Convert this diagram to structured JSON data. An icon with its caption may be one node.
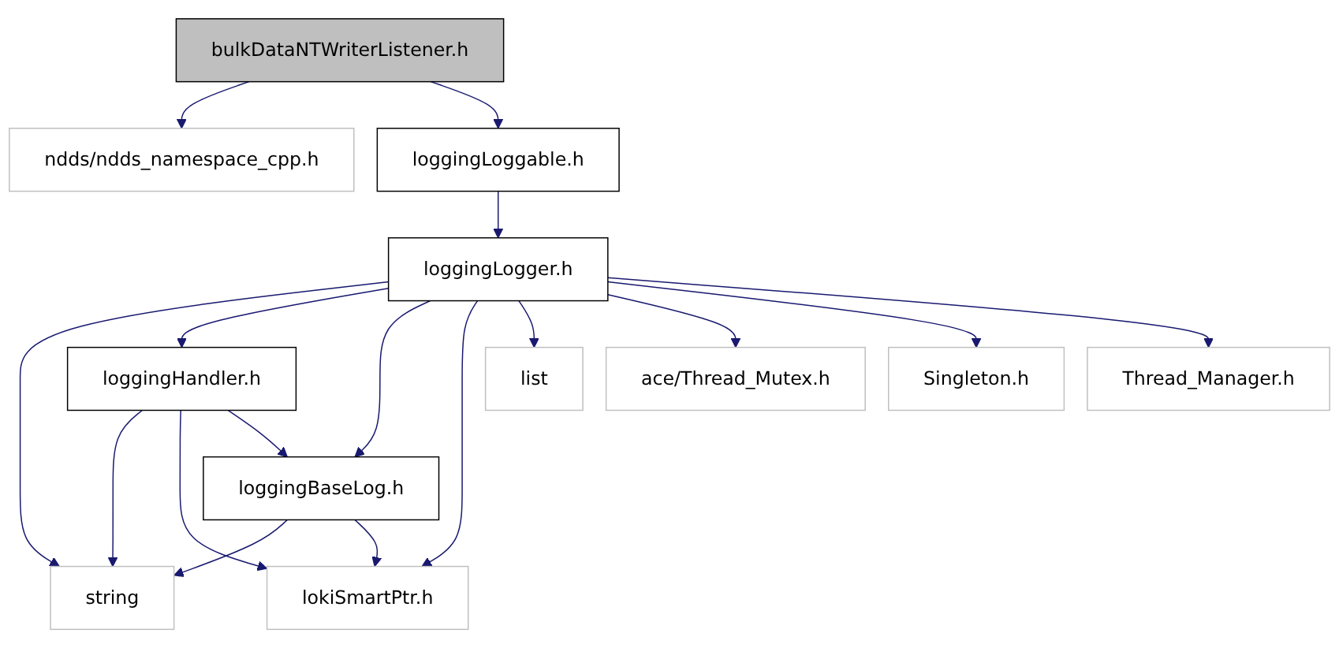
{
  "diagram": {
    "nodes": [
      {
        "text": [
          "bulkDataNTWriterListener.h"
        ]
      },
      {
        "text": [
          "ndds/ndds_namespace_cpp.h"
        ]
      },
      {
        "text": [
          "loggingLoggable.h"
        ]
      },
      {
        "text": [
          "loggingLogger.h"
        ]
      },
      {
        "text": [
          "loggingHandler.h"
        ]
      },
      {
        "text": [
          "list"
        ]
      },
      {
        "text": [
          "ace/Thread_Mutex.h"
        ]
      },
      {
        "text": [
          "Singleton.h"
        ]
      },
      {
        "text": [
          "Thread_Manager.h"
        ]
      },
      {
        "text": [
          "loggingBaseLog.h"
        ]
      },
      {
        "text": [
          "string"
        ]
      },
      {
        "text": [
          "lokiSmartPtr.h"
        ]
      }
    ],
    "edges": [
      {
        "from": 0,
        "to": 1,
        "arrow": "to"
      },
      {
        "from": 0,
        "to": 2,
        "arrow": "to"
      },
      {
        "from": 2,
        "to": 3,
        "arrow": "to"
      },
      {
        "from": 3,
        "to": 10,
        "arrow": "to"
      },
      {
        "from": 3,
        "to": 4,
        "arrow": "to"
      },
      {
        "from": 3,
        "to": 9,
        "arrow": "to"
      },
      {
        "from": 3,
        "to": 11,
        "arrow": "to"
      },
      {
        "from": 3,
        "to": 5,
        "arrow": "to"
      },
      {
        "from": 3,
        "to": 6,
        "arrow": "to"
      },
      {
        "from": 3,
        "to": 7,
        "arrow": "to"
      },
      {
        "from": 3,
        "to": 8,
        "arrow": "to"
      },
      {
        "from": 4,
        "to": 10,
        "arrow": "to"
      },
      {
        "from": 4,
        "to": 11,
        "arrow": "to"
      },
      {
        "from": 4,
        "to": 9,
        "arrow": "to"
      },
      {
        "from": 9,
        "to": 10,
        "arrow": "to"
      },
      {
        "from": 9,
        "to": 11,
        "arrow": "to"
      }
    ]
  }
}
